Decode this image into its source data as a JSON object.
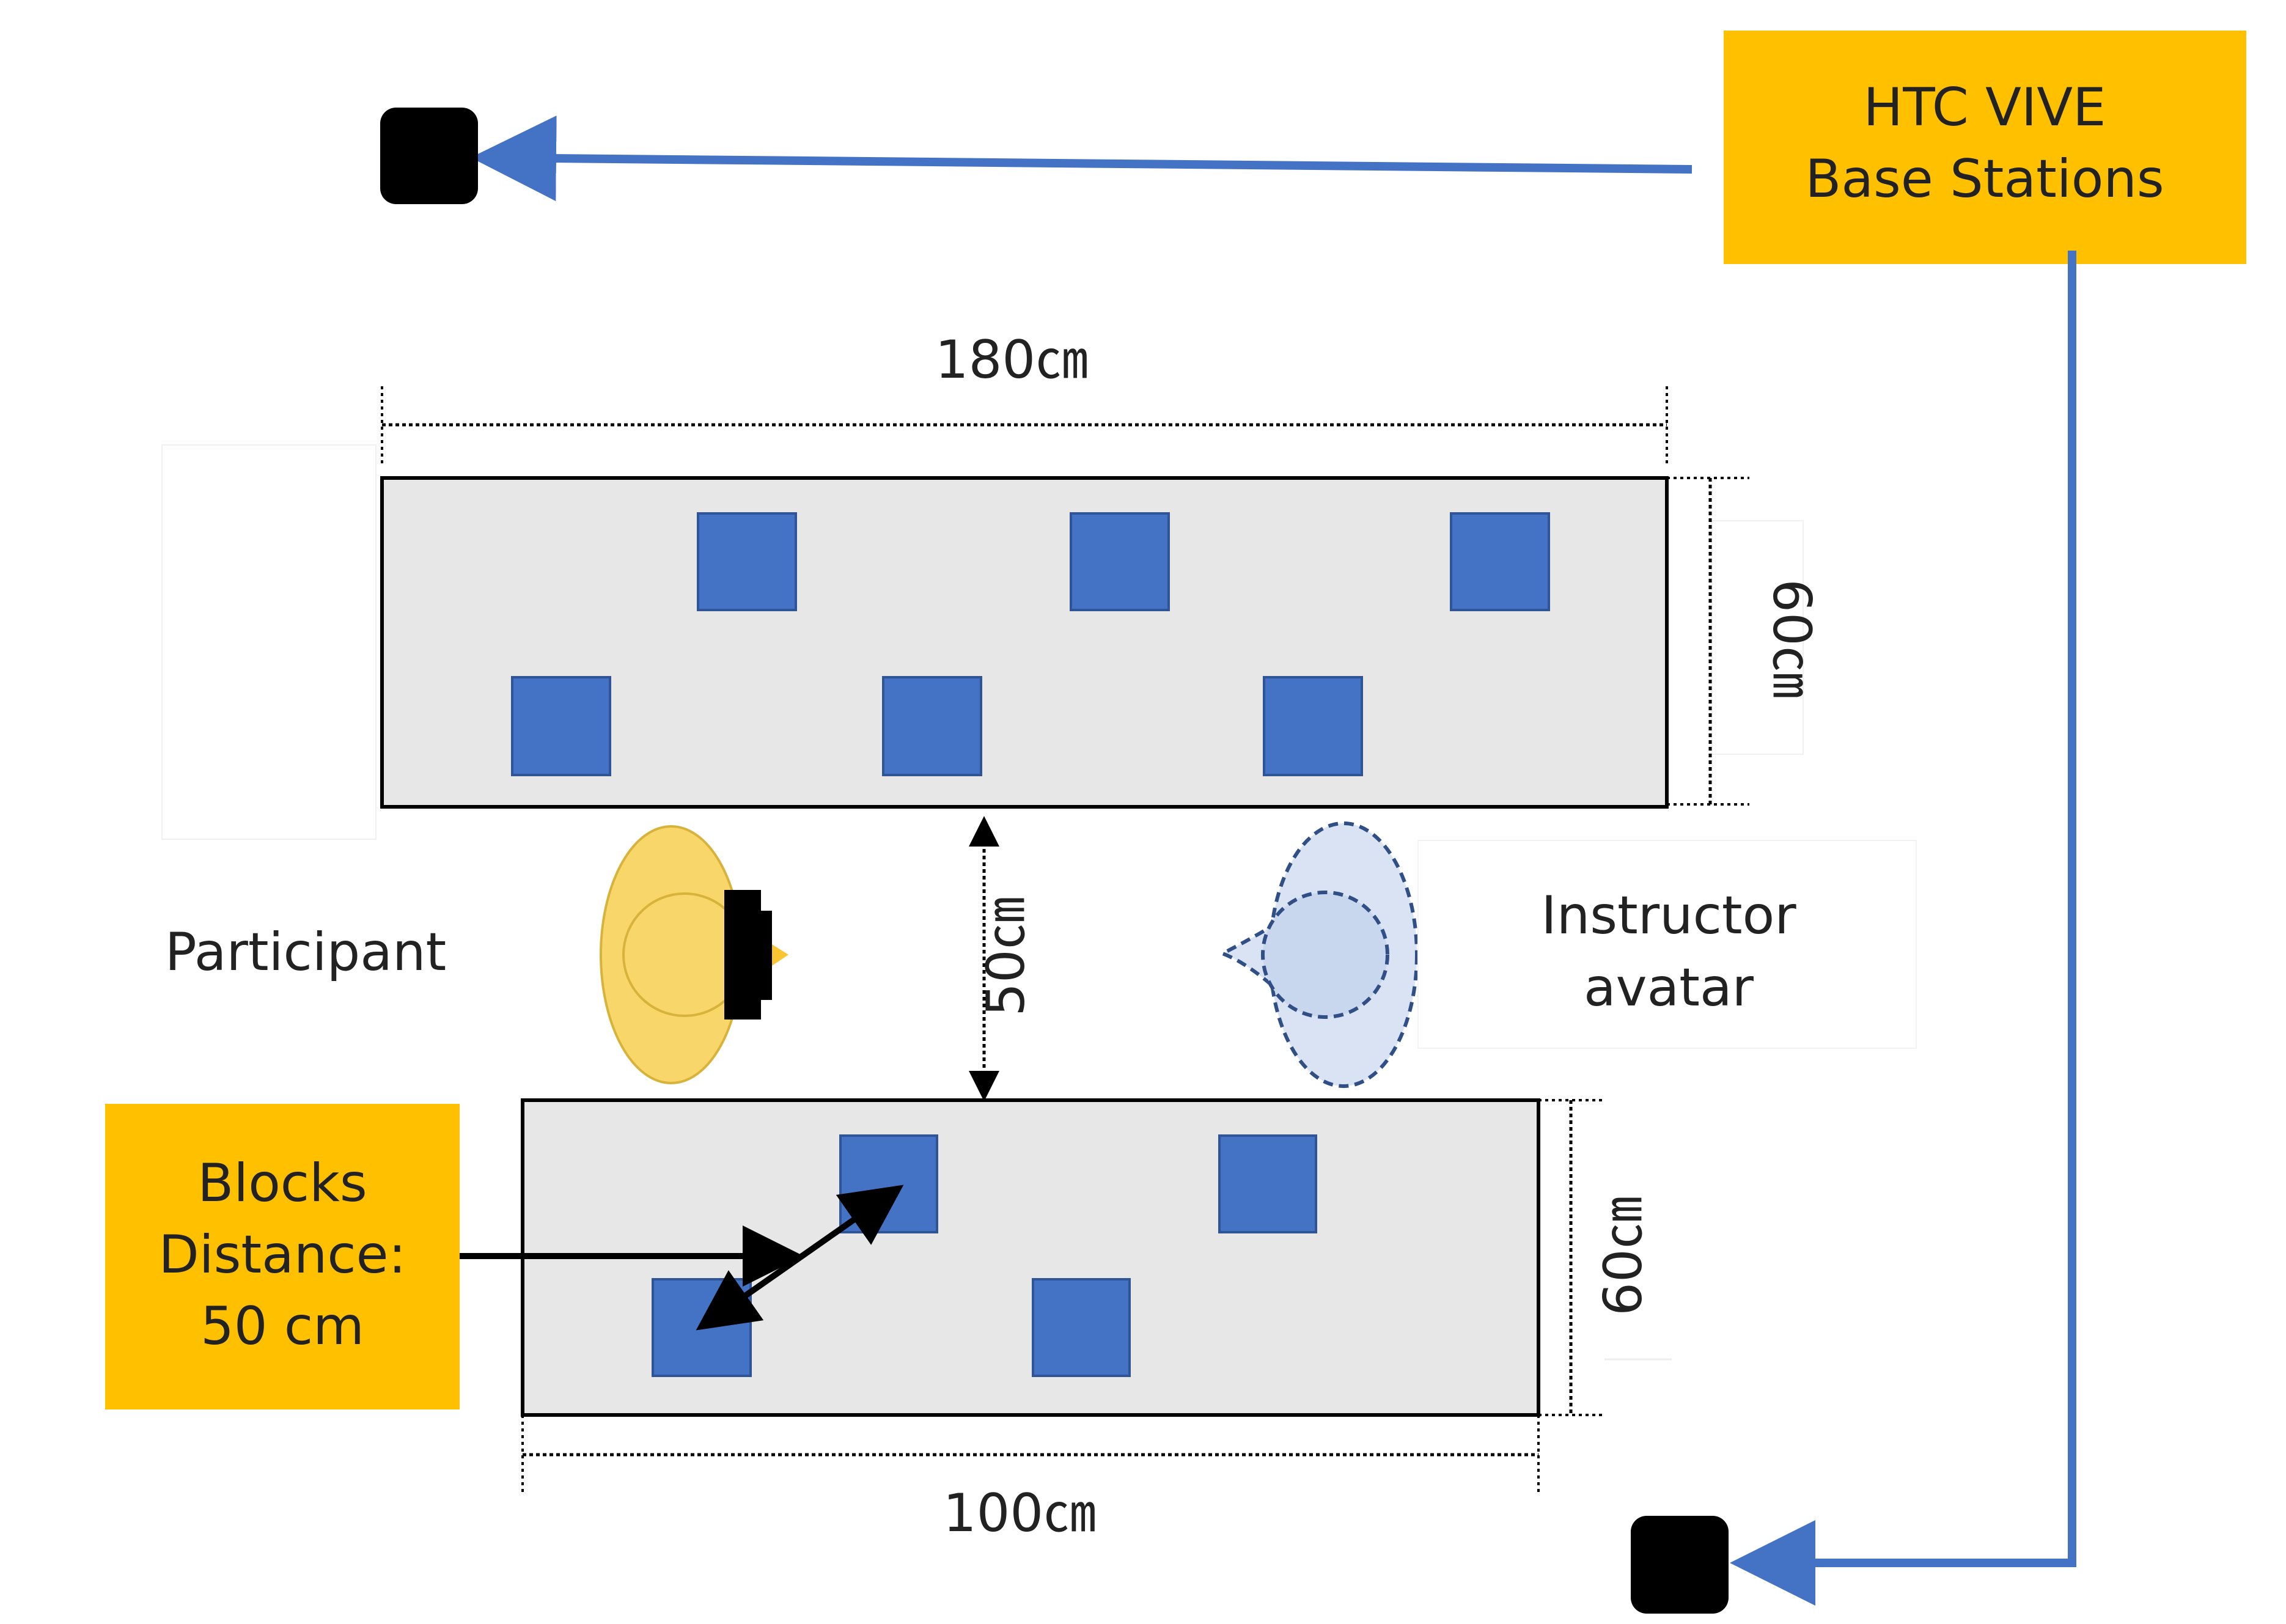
{
  "labels": {
    "base_stations": [
      "HTC VIVE",
      "Base Stations"
    ],
    "table_top_width": "180㎝",
    "table_top_depth": "60㎝",
    "table_bottom_width": "100㎝",
    "table_bottom_depth": "60㎝",
    "gap": "50㎝",
    "participant": "Participant",
    "instructor": [
      "Instructor",
      "avatar"
    ],
    "blocks_distance": [
      "Blocks",
      "Distance:",
      "50 cm"
    ]
  },
  "colors": {
    "callout_fill": "#FFC000",
    "arrow_blue": "#4472C4",
    "block_fill": "#4472C4",
    "block_stroke": "#2F5597",
    "table_fill": "#E7E7E7",
    "participant_fill": "#F9D669",
    "participant_stroke": "#D8B33C",
    "instructor_fill": "#DAE3F3",
    "instructor_stroke": "#2F4F86",
    "tracker_fill": "#000000"
  },
  "icons": {
    "base_station": "square-tracker-icon",
    "participant": "top-down-person-icon",
    "instructor": "dashed-avatar-icon"
  }
}
